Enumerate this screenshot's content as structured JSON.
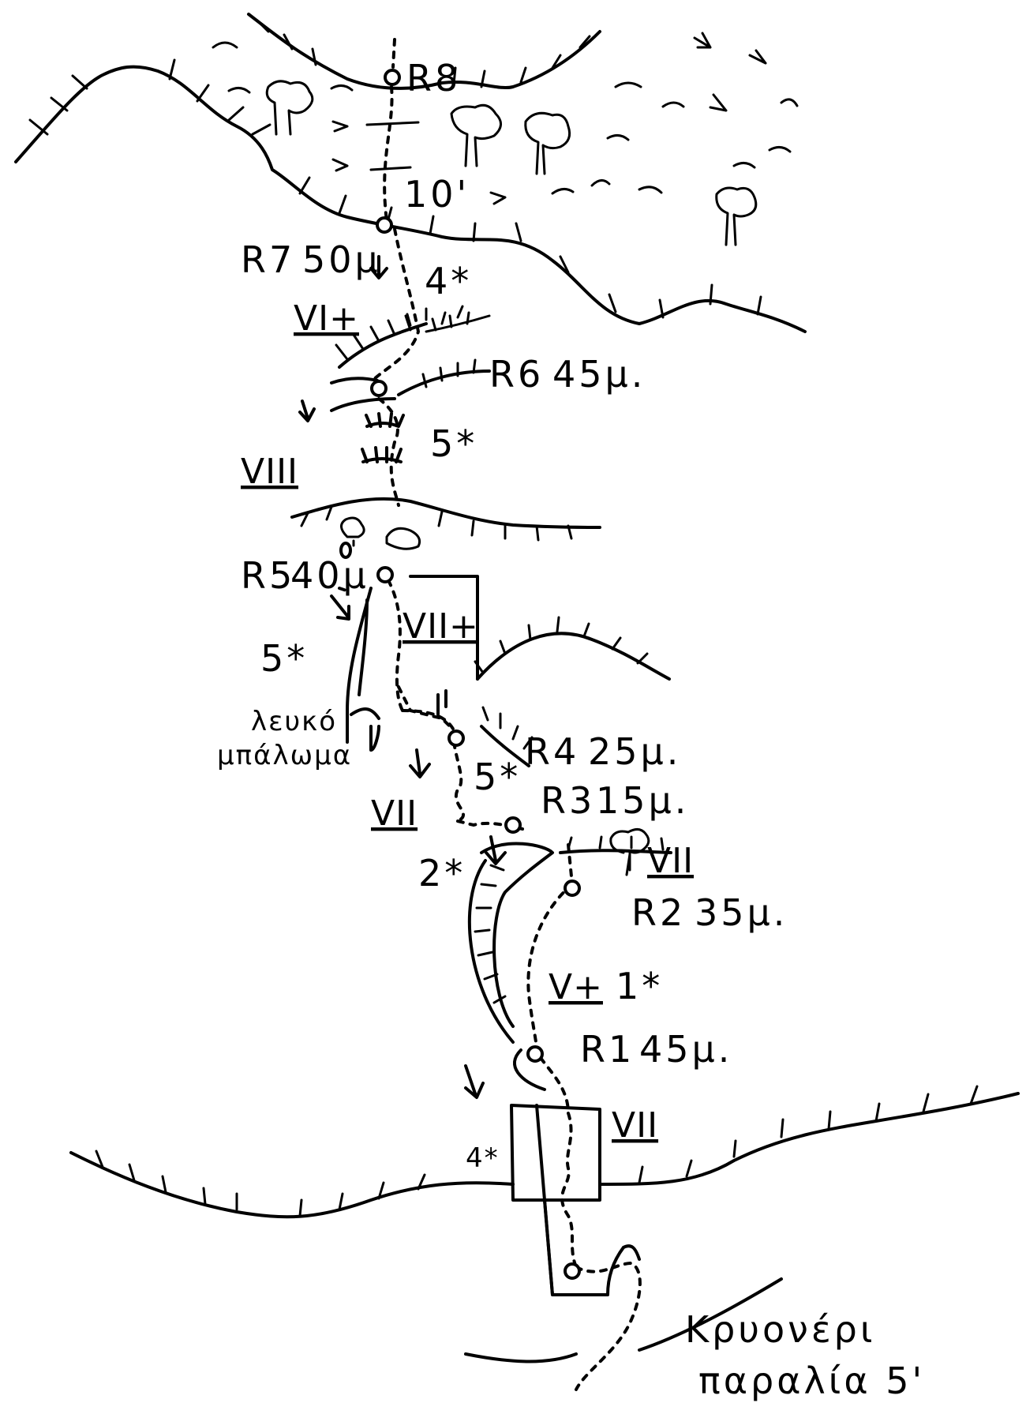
{
  "topo": {
    "belays": [
      {
        "id": "R8",
        "label": "R8",
        "length": ""
      },
      {
        "id": "R7",
        "label": "R7",
        "length": "50μ"
      },
      {
        "id": "R6",
        "label": "R6",
        "length": "45μ."
      },
      {
        "id": "R5",
        "label": "R5",
        "length": "40μ"
      },
      {
        "id": "R4",
        "label": "R4",
        "length": "25μ."
      },
      {
        "id": "R3",
        "label": "R3",
        "length": "15μ."
      },
      {
        "id": "R2",
        "label": "R2",
        "length": "35μ."
      },
      {
        "id": "R1",
        "label": "R1",
        "length": "45μ."
      }
    ],
    "grades": [
      "VI+",
      "VIII",
      "VII+",
      "VII",
      "VII",
      "V+",
      "VII"
    ],
    "stars": [
      "4*",
      "5*",
      "5*",
      "5*",
      "2*",
      "1*",
      "4*"
    ],
    "walk_time": "10'",
    "feature_note": [
      "λευκό",
      "μπάλωμα"
    ],
    "approach": [
      "Κρυονέρι",
      "παραλία 5'"
    ]
  }
}
